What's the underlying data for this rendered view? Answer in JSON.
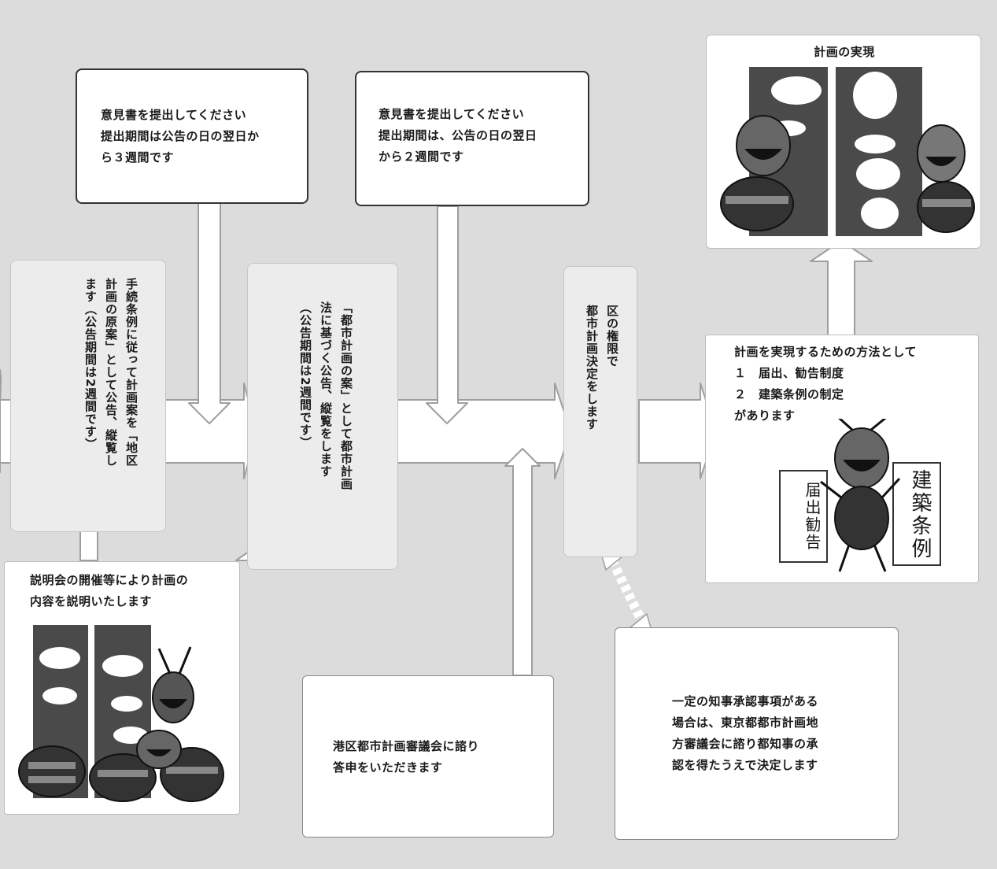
{
  "comment1": {
    "lines": "意見書を提出してください\n提出期間は公告の日の翌日か\nら３週間です"
  },
  "comment2": {
    "lines": "意見書を提出してください\n提出期間は、公告の日の翌日\nから２週間です"
  },
  "step1": {
    "text": "手続条例に従って計画案を「地区\n計画の原案」として公告、縦覧し\nます（公告期間は2週間です）"
  },
  "step2": {
    "text": "「都市計画の案」として都市計画\n法に基づく公告、縦覧をします\n（公告期間は2週間です）"
  },
  "step3": {
    "text": "区の権限で\n都市計画決定をします"
  },
  "explain": {
    "text": "説明会の開催等により計画の\n内容を説明いたします"
  },
  "council": {
    "text": "港区都市計画審議会に諮り\n答申をいただきます"
  },
  "governor": {
    "text": "一定の知事承認事項がある\n場合は、東京都都市計画地\n方審議会に諮り都知事の承\n認を得たうえで決定します"
  },
  "methods": {
    "text": "計画を実現するための方法として\n１　届出、勧告制度\n２　建築条例の制定\nがあります"
  },
  "realization": {
    "title": "計画の実現"
  },
  "signs": {
    "left": "届出勧告",
    "right": "建築条例"
  },
  "colors": {
    "background": "#dcdcdc",
    "arrow_fill": "#ffffff",
    "arrow_stroke": "#9a9a9a",
    "box_border": "#333333",
    "map_dark": "#4a4a4a"
  }
}
